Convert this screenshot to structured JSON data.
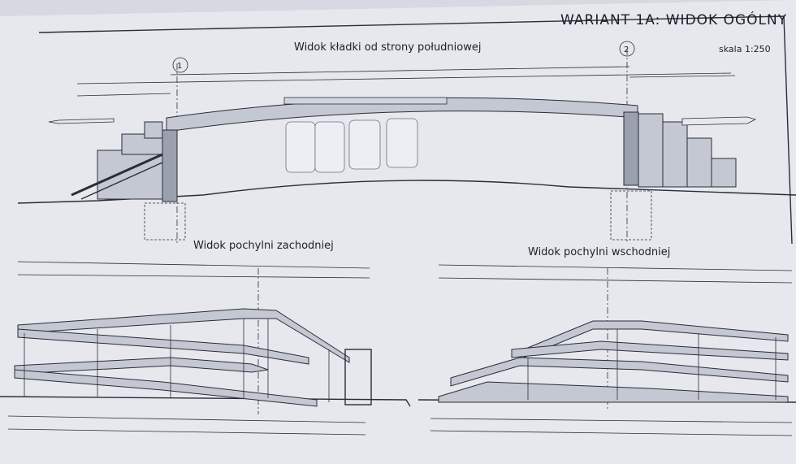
{
  "sheet": {
    "title": "WARIANT 1A: WIDOK OGÓLNY",
    "scale": "skala 1:250"
  },
  "views": {
    "south": {
      "title": "Widok kładki od strony południowej"
    },
    "west": {
      "title": "Widok pochylni zachodniej"
    },
    "east": {
      "title": "Widok pochylni wschodniej"
    }
  },
  "axes": {
    "axis_1": "1",
    "axis_2": "2"
  }
}
